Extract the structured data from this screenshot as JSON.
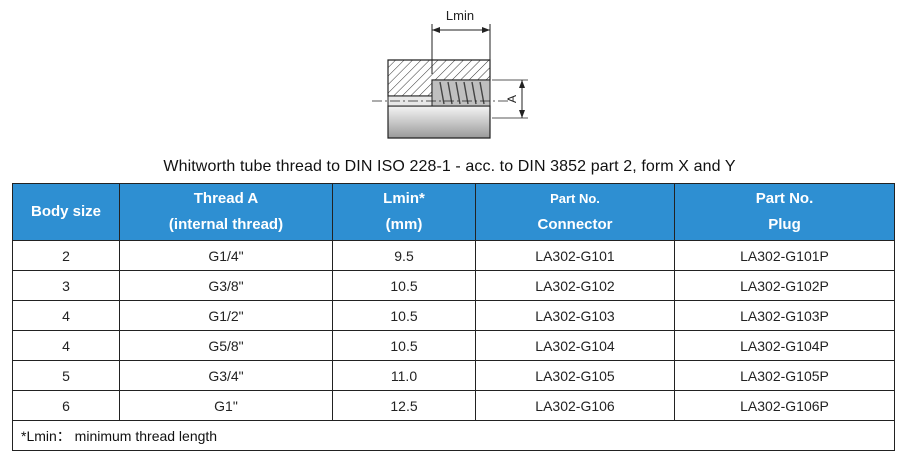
{
  "drawing": {
    "lmin_label": "Lmin",
    "a_label": "A"
  },
  "caption": "Whitworth tube thread to DIN ISO 228-1 - acc. to DIN 3852 part 2, form X and Y",
  "table": {
    "headers": {
      "body_size": "Body size",
      "thread_line1": "Thread A",
      "thread_line2": "(internal thread)",
      "lmin_line1": "Lmin*",
      "lmin_line2": "(mm)",
      "connector_line1": "Part No.",
      "connector_line2": "Connector",
      "plug_line1": "Part No.",
      "plug_line2": "Plug"
    },
    "rows": [
      [
        "2",
        "G1/4\"",
        "9.5",
        "LA302-G101",
        "LA302-G101P"
      ],
      [
        "3",
        "G3/8\"",
        "10.5",
        "LA302-G102",
        "LA302-G102P"
      ],
      [
        "4",
        "G1/2\"",
        "10.5",
        "LA302-G103",
        "LA302-G103P"
      ],
      [
        "4",
        "G5/8\"",
        "10.5",
        "LA302-G104",
        "LA302-G104P"
      ],
      [
        "5",
        "G3/4\"",
        "11.0",
        "LA302-G105",
        "LA302-G105P"
      ],
      [
        "6",
        "G1\"",
        "12.5",
        "LA302-G106",
        "LA302-G106P"
      ]
    ],
    "footnote": "*Lmin： minimum thread length"
  },
  "colors": {
    "header_bg": "#2e8fd2",
    "header_text": "#ffffff",
    "border": "#222222"
  }
}
